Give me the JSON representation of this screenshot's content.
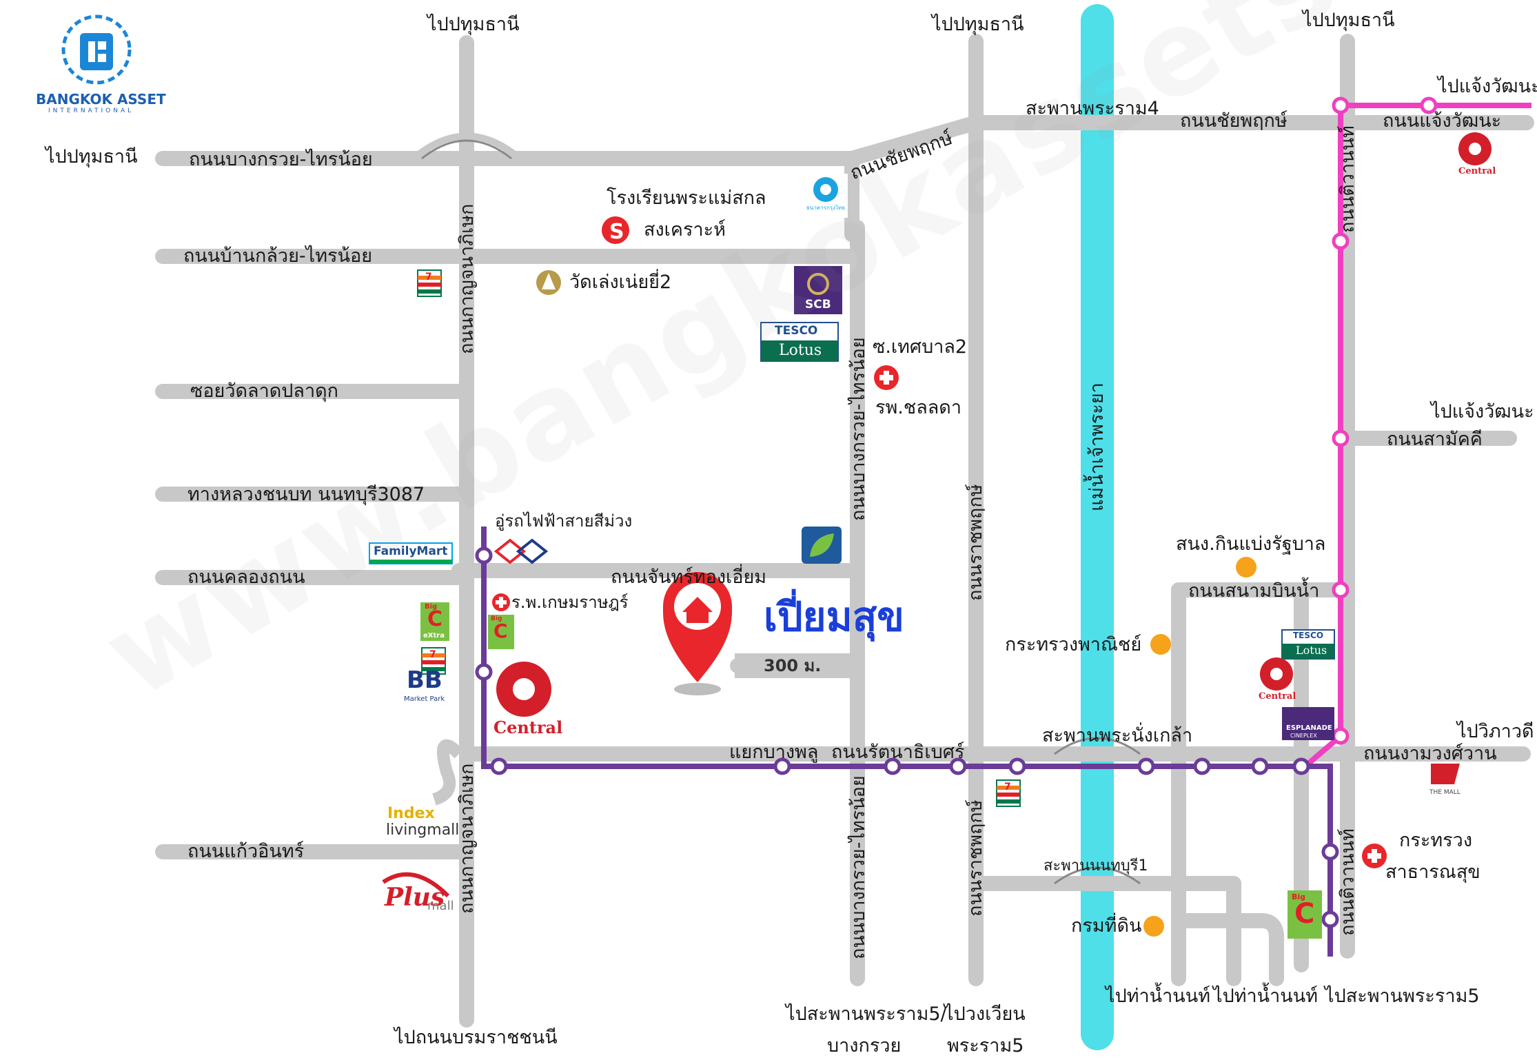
{
  "logo": {
    "name": "BANGKOK ASSET",
    "sub": "INTERNATIONAL"
  },
  "watermark": "www.bangkokassets.com",
  "project": {
    "name": "เปี่ยมสุข",
    "distance": "300 ม."
  },
  "colors": {
    "road": "#c8c8c8",
    "river": "#4fdfe8",
    "purple_line": "#6a3c97",
    "pink_line": "#f03fc0",
    "pin": "#e8262b",
    "project_text": "#1a3fd9"
  },
  "directions": {
    "top_left": "ไปปทุมธานี",
    "top_mid": "ไปปทุมธานี",
    "top_right": "ไปปทุมธานี",
    "left": "ไปปทุมธานี",
    "right_top": "ไปแจ้งวัฒนะ",
    "right_mid": "ไปแจ้งวัฒนะ",
    "right_low": "ไปวิภาวดี",
    "bottom_left": "ไปถนนบรมราชชนนี",
    "bottom_mid1a": "ไปสะพานพระราม5/",
    "bottom_mid1b": "บางกรวย",
    "bottom_mid2a": "ไปวงเวียน",
    "bottom_mid2b": "พระราม5",
    "bottom_r1": "ไปท่าน้ำนนท์",
    "bottom_r2": "ไปท่าน้ำนนท์",
    "bottom_r3": "ไปสะพานพระราม5"
  },
  "roads": {
    "bangkruai_sainoi": "ถนนบางกรวย-ไทรน้อย",
    "banklui_sainoi": "ถนนบ้านกล้วย-ไทรน้อย",
    "soi_wat_lat": "ซอยวัดลาดปลาดุก",
    "highway_3087": "ทางหลวงชนบท นนทบุรี3087",
    "khlong_thanon": "ถนนคลองถนน",
    "kaew_in": "ถนนแก้วอินทร์",
    "kanchana_top": "ถนนกาญจนาภิเษก",
    "kanchana_bottom": "ถนนกาญจนาภิเษก",
    "chaiyaphruek_left": "ถนนชัยพฤกษ์",
    "chaiyaphruek_right": "ถนนชัยพฤกษ์",
    "bridge_rama4": "สะพานพระราม4",
    "chaengwattana": "ถนนแจ้งวัฒนะ",
    "tiwanon_top": "ถนนติวานนท์",
    "tiwanon_bottom": "ถนนติวานนท์",
    "samakkhi": "ถนนสามัคคี",
    "bangkruai_vert_top": "ถนนบางกรวย-ไทรน้อย",
    "bangkruai_vert_bottom": "ถนนบางกรวย-ไทรน้อย",
    "ratchaphruek_top": "ถนนราชพฤกษ์",
    "ratchaphruek_bottom": "ถนนราชพฤกษ์",
    "soi_thetsaban": "ซ.เทศบาล2",
    "chan_thong_iam": "ถนนจันทร์ทองเอี่ยม",
    "river": "แม่น้ำเจ้าพระยา",
    "sanam_bin_nam": "ถนนสนามบินน้ำ",
    "bridge_nangklao": "สะพานพระนั่งเกล้า",
    "yaek_bang_phlu": "แยกบางพลู",
    "rattanathibet": "ถนนรัตนาธิเบศร์",
    "ngamwongwan": "ถนนงามวงศ์วาน",
    "bridge_nonthaburi1": "สะพานนนทบุรี1"
  },
  "places": {
    "school": "โรงเรียนพระแม่สกล",
    "songkhro": "สงเคราะห์",
    "wat": "วัดเล่งเน่ยยี่2",
    "cholada": "รพ.ชลลดา",
    "purple_line_label": "อู่รถไฟฟ้าสายสีม่วง",
    "kasemrad": "ร.พ.เกษมราษฎร์",
    "pension": "สนง.กินแบ่งรัฐบาล",
    "commerce": "กระทรวงพาณิชย์",
    "land_dept": "กรมที่ดิน",
    "health_1": "กระทรวง",
    "health_2": "สาธารณสุข"
  },
  "brands": {
    "scb": "SCB",
    "tesco": "TESCO",
    "lotus": "Lotus",
    "familymart": "FamilyMart",
    "central": "Central",
    "bb": "BB",
    "bb_sub": "Market Park",
    "index": "Index",
    "livingmall": "livingmall",
    "plus": "Plus",
    "plus_sub": "mall",
    "esplanade": "ESPLANADE",
    "cineplex": "CINEPLEX",
    "themall": "THE MALL",
    "bigc": "C",
    "bigc_big": "Big",
    "bigc_extra": "eXtra",
    "ktb": "ธนาคารกรุงไทย",
    "eleven": "7"
  }
}
